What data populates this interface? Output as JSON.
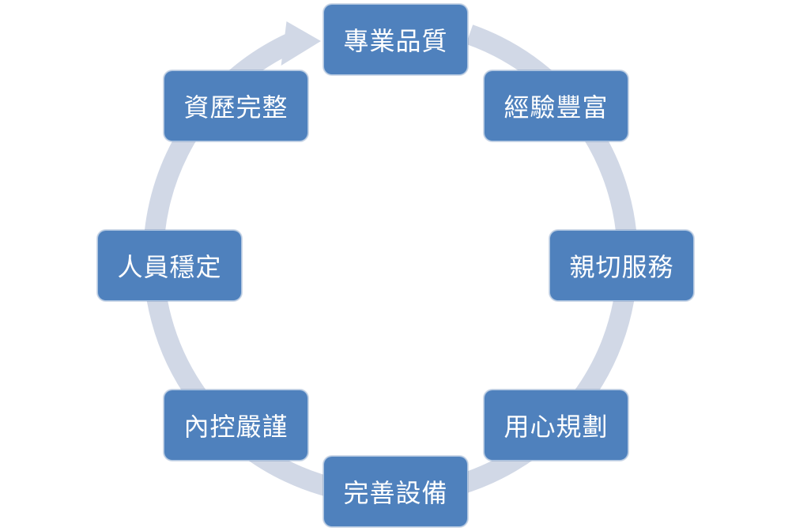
{
  "diagram": {
    "type": "cycle",
    "colors": {
      "node_fill": "#4f81bd",
      "node_text": "#ffffff",
      "ring": "#d1d8e6"
    },
    "nodes": [
      {
        "label": "專業品質"
      },
      {
        "label": "經驗豐富"
      },
      {
        "label": "親切服務"
      },
      {
        "label": "用心規劃"
      },
      {
        "label": "完善設備"
      },
      {
        "label": "內控嚴謹"
      },
      {
        "label": "人員穩定"
      },
      {
        "label": "資歷完整"
      }
    ],
    "connector": {
      "style": "circular-arrow",
      "direction": "clockwise"
    }
  }
}
